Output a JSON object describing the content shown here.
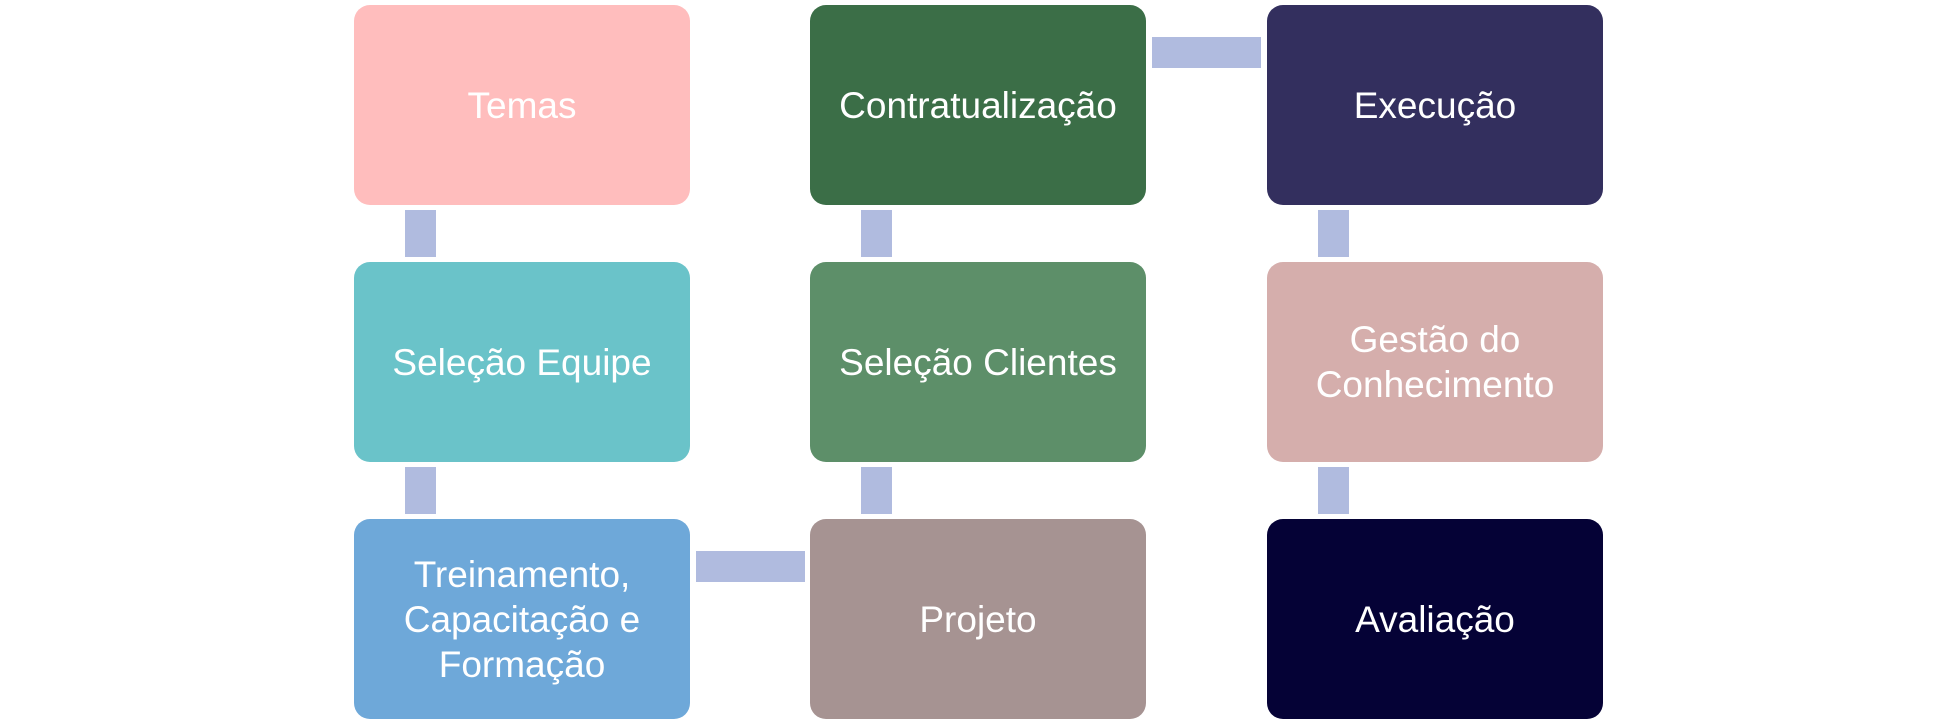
{
  "diagram": {
    "nodes": [
      {
        "id": "temas",
        "label": "Temas",
        "color": "#ffbdbd"
      },
      {
        "id": "contratualizacao",
        "label": "Contratualização",
        "color": "#3b6e47"
      },
      {
        "id": "execucao",
        "label": "Execução",
        "color": "#332f5e"
      },
      {
        "id": "selecao_equipe",
        "label": "Seleção Equipe",
        "color": "#6ac3c9"
      },
      {
        "id": "selecao_clientes",
        "label": "Seleção Clientes",
        "color": "#5d8f69"
      },
      {
        "id": "gestao_conhecimento",
        "label": "Gestão do Conhecimento",
        "color": "#d5aeac"
      },
      {
        "id": "treinamento",
        "label": "Treinamento, Capacitação e Formação",
        "color": "#6ea8d9"
      },
      {
        "id": "projeto",
        "label": "Projeto",
        "color": "#a69392"
      },
      {
        "id": "avaliacao",
        "label": "Avaliação",
        "color": "#050236"
      }
    ],
    "edges": [
      {
        "from": "temas",
        "to": "selecao_equipe"
      },
      {
        "from": "selecao_equipe",
        "to": "treinamento"
      },
      {
        "from": "treinamento",
        "to": "projeto"
      },
      {
        "from": "projeto",
        "to": "selecao_clientes"
      },
      {
        "from": "selecao_clientes",
        "to": "contratualizacao"
      },
      {
        "from": "contratualizacao",
        "to": "execucao"
      },
      {
        "from": "execucao",
        "to": "gestao_conhecimento"
      },
      {
        "from": "gestao_conhecimento",
        "to": "avaliacao"
      }
    ],
    "connector_color": "#b0bbdf"
  }
}
